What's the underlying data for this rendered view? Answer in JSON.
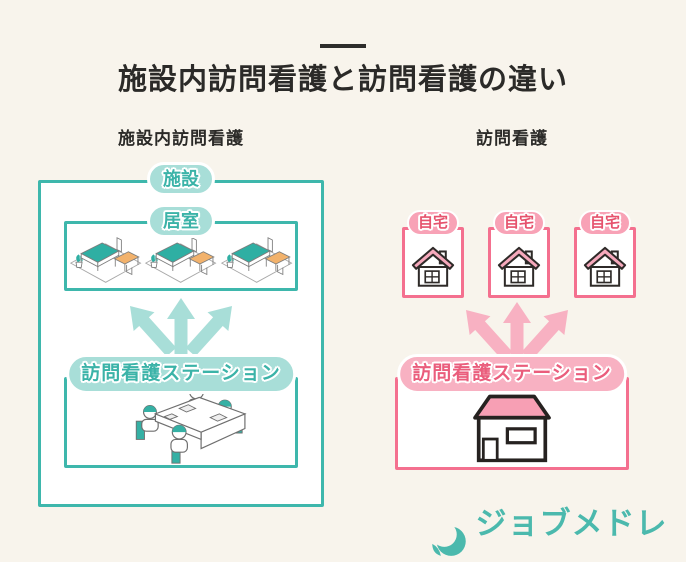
{
  "title": {
    "text": "施設内訪問看護と訪問看護の違い"
  },
  "left": {
    "header": "施設内訪問看護",
    "facility_badge": "施設",
    "room_badge": "居室",
    "station_badge": "訪問看護ステーション"
  },
  "right": {
    "header": "訪問看護",
    "home_badges": [
      "自宅",
      "自宅",
      "自宅"
    ],
    "station_badge": "訪問看護ステーション"
  },
  "logo": {
    "text": "ジョブメドレー"
  },
  "colors": {
    "background": "#f8f4ec",
    "title_text": "#2b2a28",
    "teal_border": "#3eb7ac",
    "teal_light": "#a8ded8",
    "teal_badge_text": "#3bb3a8",
    "bed_teal": "#2fafa3",
    "desk_orange": "#f2b26c",
    "pink_border": "#f4708f",
    "pink_light": "#f8b1c2",
    "pink_badge_text": "#ea5d7c",
    "house_roof_pink": "#f6a9bc",
    "logo_teal": "#4bb9ad"
  }
}
